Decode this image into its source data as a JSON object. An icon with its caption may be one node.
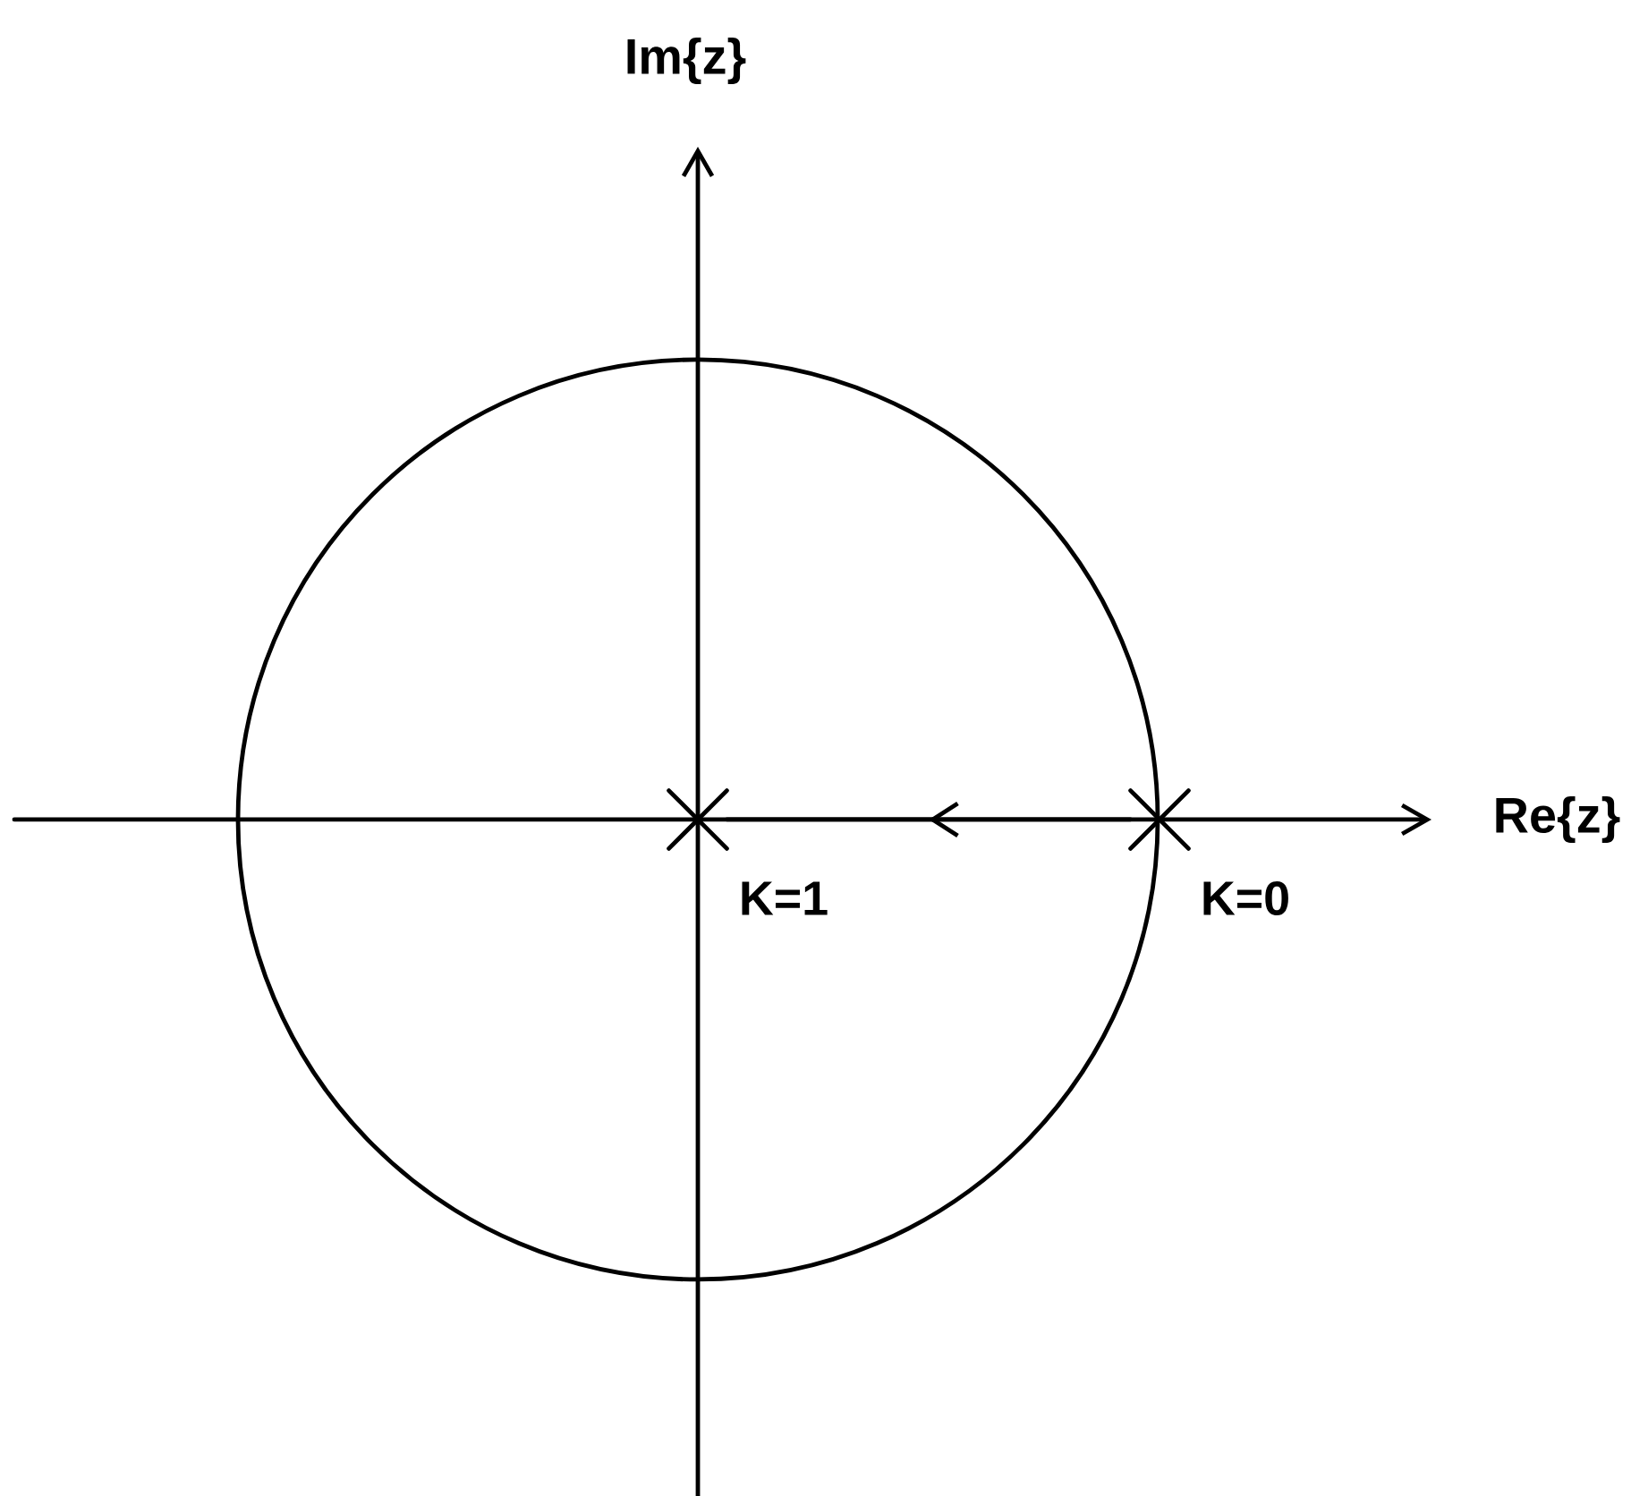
{
  "diagram": {
    "nodes": [
      {
        "text": [],
        "shape": "cross",
        "beside": [
          "K=1"
        ]
      },
      {
        "text": [],
        "shape": "cross",
        "beside": [
          "K=0"
        ]
      }
    ],
    "edges": [
      {
        "from": 1,
        "to": 0,
        "arrow": "to"
      }
    ],
    "labels": [
      "Im{z}",
      "Re{z}"
    ]
  }
}
